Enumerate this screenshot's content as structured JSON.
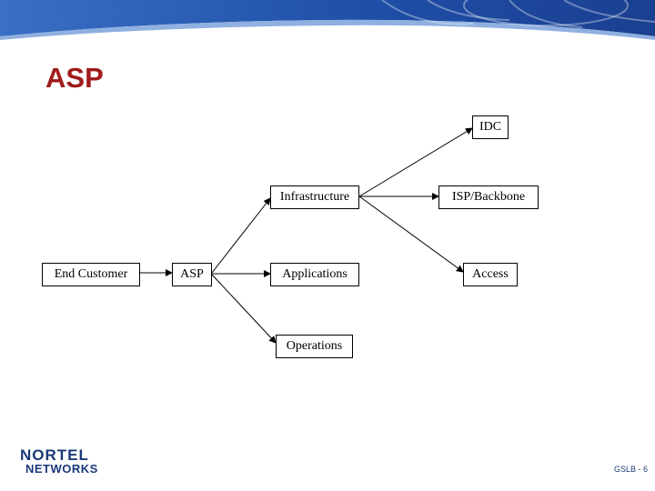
{
  "slide": {
    "title": "ASP",
    "footer": "GSLB - 6",
    "logo_line1": "NORTEL",
    "logo_line2": "NETWORKS"
  },
  "colors": {
    "title": "#a01b1b",
    "header_blue": "#1f4fa8",
    "logo_blue": "#1a3a78"
  },
  "diagram": {
    "nodes": {
      "end_customer": "End Customer",
      "asp": "ASP",
      "infrastructure": "Infrastructure",
      "applications": "Applications",
      "operations": "Operations",
      "idc": "IDC",
      "isp_backbone": "ISP/Backbone",
      "access": "Access"
    },
    "edges": [
      [
        "end_customer",
        "asp"
      ],
      [
        "asp",
        "infrastructure"
      ],
      [
        "asp",
        "applications"
      ],
      [
        "asp",
        "operations"
      ],
      [
        "infrastructure",
        "idc"
      ],
      [
        "infrastructure",
        "isp_backbone"
      ],
      [
        "infrastructure",
        "access"
      ]
    ]
  }
}
